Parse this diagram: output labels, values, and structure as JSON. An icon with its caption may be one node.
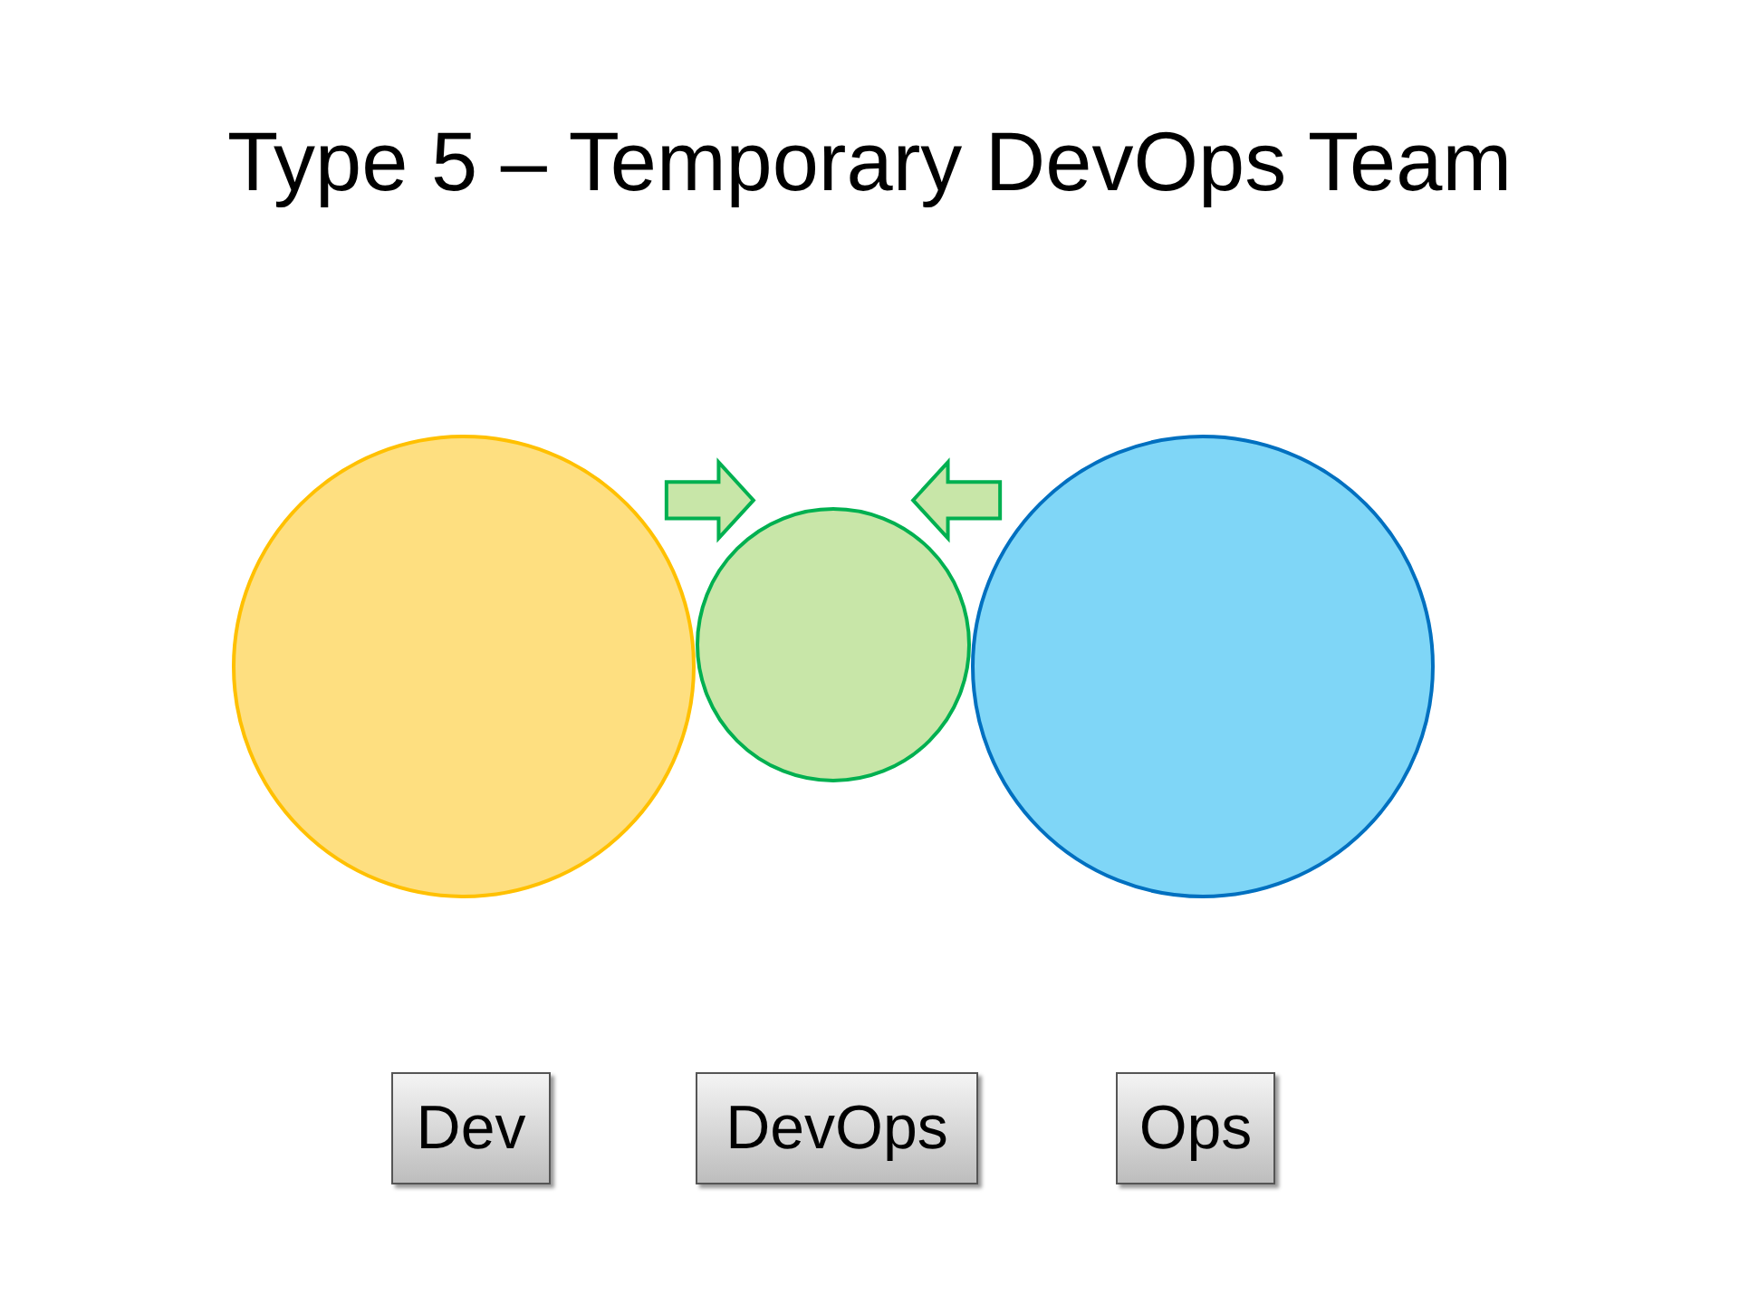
{
  "diagram": {
    "title": "Type 5 – Temporary DevOps Team",
    "nodes": [
      {
        "text": [],
        "shape": "circle"
      },
      {
        "text": [],
        "shape": "circle"
      },
      {
        "text": [],
        "shape": "circle"
      },
      {
        "text": [
          "Dev"
        ]
      },
      {
        "text": [
          "DevOps"
        ]
      },
      {
        "text": [
          "Ops"
        ]
      }
    ],
    "edges": [
      {
        "from": 0,
        "to": 1,
        "arrow": "to"
      },
      {
        "from": 2,
        "to": 1,
        "arrow": "to"
      }
    ]
  }
}
